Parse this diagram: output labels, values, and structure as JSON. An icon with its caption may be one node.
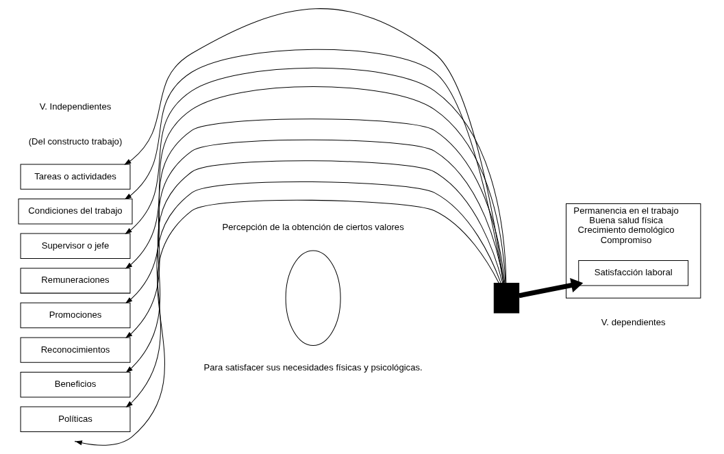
{
  "diagram": {
    "nodes": [
      {
        "text": [
          "Tareas o actividades"
        ]
      },
      {
        "text": [
          "Condiciones del trabajo"
        ]
      },
      {
        "text": [
          "Supervisor o jefe"
        ]
      },
      {
        "text": [
          "Remuneraciones"
        ]
      },
      {
        "text": [
          "Promociones"
        ]
      },
      {
        "text": [
          "Reconocimientos"
        ]
      },
      {
        "text": [
          "Beneficios"
        ]
      },
      {
        "text": [
          "Políticas"
        ]
      },
      {
        "text": [],
        "shape": "circle"
      },
      {
        "text": [],
        "shape": "bar"
      },
      {
        "text": [
          "Permanencia en el trabajo",
          "Buena salud física",
          "Crecimiento demológico",
          "Compromiso"
        ]
      },
      {
        "text": [
          "Satisfacción laboral"
        ],
        "in": 10
      }
    ],
    "edges": [
      {
        "from": 9,
        "to": 0,
        "arrow": "to"
      },
      {
        "from": 9,
        "to": 1,
        "arrow": "to"
      },
      {
        "from": 9,
        "to": 2,
        "arrow": "to"
      },
      {
        "from": 9,
        "to": 3,
        "arrow": "to"
      },
      {
        "from": 9,
        "to": 4,
        "arrow": "to"
      },
      {
        "from": 9,
        "to": 5,
        "arrow": "to"
      },
      {
        "from": 9,
        "to": 6,
        "arrow": "to"
      },
      {
        "from": 9,
        "to": 7,
        "arrow": "to"
      },
      {
        "from": 9,
        "to": null,
        "arrow": "to"
      },
      {
        "from": 9,
        "to": 11,
        "arrow": "to",
        "style": "thick"
      }
    ],
    "labels": [
      "V. Independientes",
      "(Del constructo trabajo)",
      "Percepción de la obtención de ciertos valores",
      "V. dependientes",
      "Para satisfacer sus necesidades físicas y psicológicas."
    ]
  }
}
